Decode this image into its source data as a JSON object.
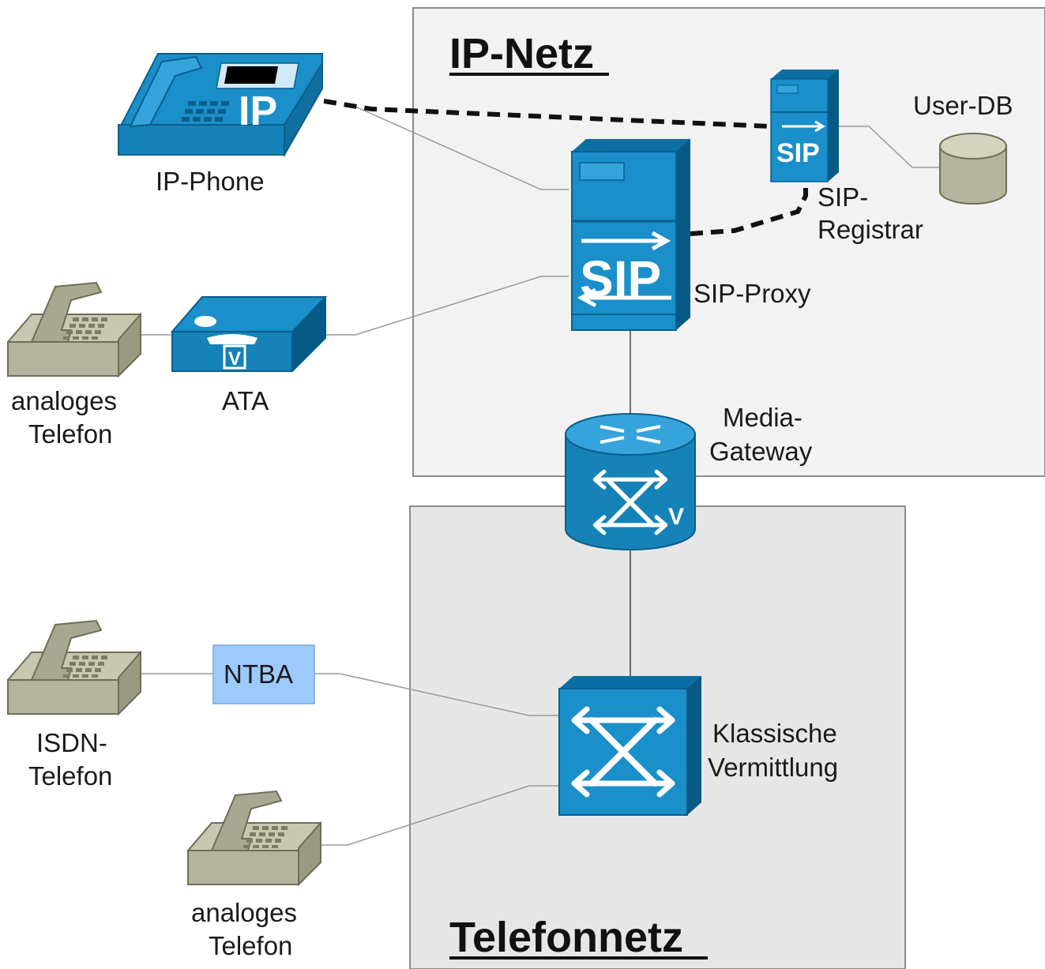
{
  "regions": {
    "ip_net": "IP-Netz",
    "phone_net": "Telefonnetz"
  },
  "nodes": {
    "ip_phone": {
      "label": "IP-Phone",
      "icon": "ip-phone-icon",
      "badge": "IP"
    },
    "sip_registrar": {
      "label_line1": "SIP-",
      "label_line2": "Registrar",
      "icon": "sip-server-icon",
      "badge": "SIP"
    },
    "user_db": {
      "label": "User-DB",
      "icon": "database-icon"
    },
    "sip_proxy": {
      "label": "SIP-Proxy",
      "icon": "sip-server-icon",
      "badge": "SIP"
    },
    "analog_phone_top": {
      "label_line1": "analoges",
      "label_line2": "Telefon",
      "icon": "telephone-icon"
    },
    "ata": {
      "label": "ATA",
      "icon": "ata-icon",
      "badge": "V"
    },
    "media_gateway": {
      "label_line1": "Media-",
      "label_line2": "Gateway",
      "icon": "voice-gateway-icon",
      "badge": "V"
    },
    "isdn_phone": {
      "label_line1": "ISDN-",
      "label_line2": "Telefon",
      "icon": "telephone-icon"
    },
    "ntba": {
      "label": "NTBA"
    },
    "switch": {
      "label_line1": "Klassische",
      "label_line2": "Vermittlung",
      "icon": "switch-icon"
    },
    "analog_phone_bottom": {
      "label_line1": "analoges",
      "label_line2": "Telefon",
      "icon": "telephone-icon"
    }
  },
  "colors": {
    "device_blue": "#1a8fc9",
    "device_blue_dark": "#0b5f8c",
    "phone_olive": "#b9b9a0",
    "ntba_fill": "#9ccaff",
    "ip_net_fill": "#f2f2f2",
    "phone_net_fill": "#e6e6e6"
  }
}
